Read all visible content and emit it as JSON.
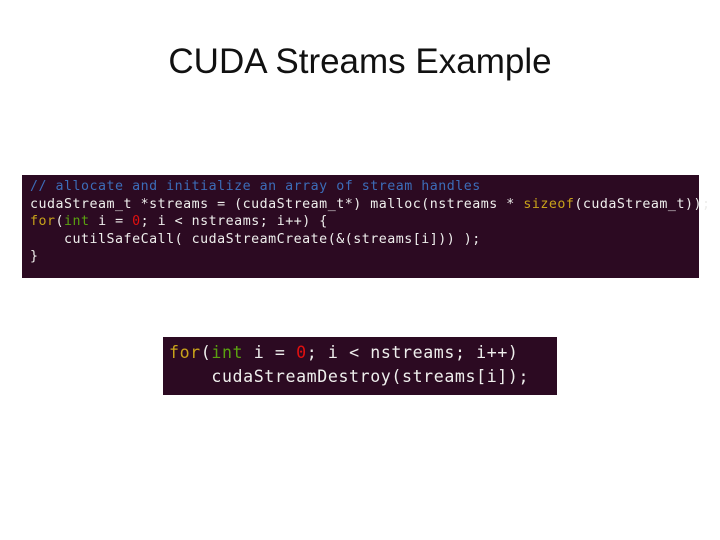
{
  "slide": {
    "title": "CUDA Streams Example"
  },
  "colors": {
    "code_background": "#2c0a22",
    "comment": "#3c6cb8",
    "keyword": "#c8a21a",
    "type": "#5aa010",
    "number": "#e01010",
    "plain": "#eeeeec"
  },
  "code_blocks": [
    {
      "lines": [
        [
          {
            "t": "comment",
            "s": "// allocate and initialize an array of stream handles"
          }
        ],
        [
          {
            "t": "plain",
            "s": "cudaStream_t *streams = (cudaStream_t*) malloc(nstreams * "
          },
          {
            "t": "keyword",
            "s": "sizeof"
          },
          {
            "t": "plain",
            "s": "(cudaStream_t));"
          }
        ],
        [
          {
            "t": "keyword",
            "s": "for"
          },
          {
            "t": "plain",
            "s": "("
          },
          {
            "t": "type",
            "s": "int"
          },
          {
            "t": "plain",
            "s": " i = "
          },
          {
            "t": "number",
            "s": "0"
          },
          {
            "t": "plain",
            "s": "; i < nstreams; i++) {"
          }
        ],
        [
          {
            "t": "plain",
            "s": "    cutilSafeCall( cudaStreamCreate(&(streams[i])) );"
          }
        ],
        [
          {
            "t": "plain",
            "s": "}"
          }
        ]
      ]
    },
    {
      "lines": [
        [
          {
            "t": "keyword",
            "s": "for"
          },
          {
            "t": "plain",
            "s": "("
          },
          {
            "t": "type",
            "s": "int"
          },
          {
            "t": "plain",
            "s": " i = "
          },
          {
            "t": "number",
            "s": "0"
          },
          {
            "t": "plain",
            "s": "; i < nstreams; i++)"
          }
        ],
        [
          {
            "t": "plain",
            "s": "    cudaStreamDestroy(streams[i]);"
          }
        ]
      ]
    }
  ]
}
